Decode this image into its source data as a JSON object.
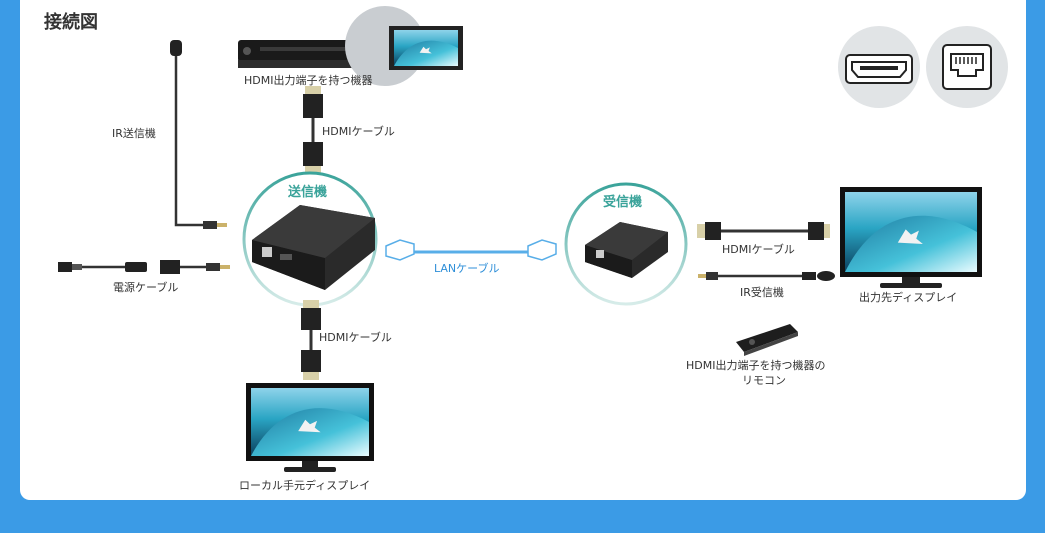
{
  "title": "接続図",
  "labels": {
    "source_device": "HDMI出力端子を持つ機器",
    "hdmi_cable_top": "HDMIケーブル",
    "ir_sender": "IR送信機",
    "power_cable": "電源ケーブル",
    "transmitter": "送信機",
    "hdmi_cable_bottom": "HDMIケーブル",
    "local_display": "ローカル手元ディスプレイ",
    "lan_cable": "LANケーブル",
    "receiver": "受信機",
    "hdmi_cable_right": "HDMIケーブル",
    "ir_receiver": "IR受信機",
    "output_display": "出力先ディスプレイ",
    "remote_line1": "HDMI出力端子を持つ機器の",
    "remote_line2": "リモコン"
  },
  "icons": [
    "hdmi-port-icon",
    "lan-port-icon"
  ],
  "colors": {
    "background": "#3b9be6",
    "accent": "#3aa39a",
    "lan": "#58aee8"
  }
}
